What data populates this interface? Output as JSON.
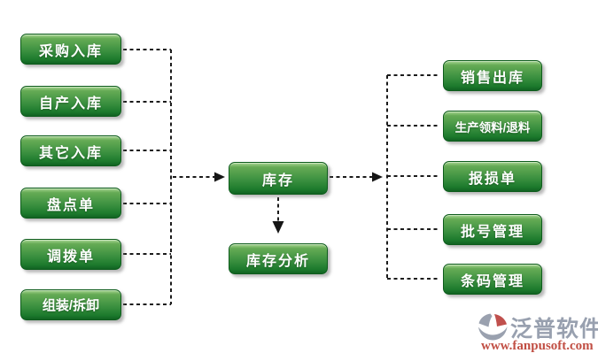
{
  "diagram": {
    "left_nodes": [
      {
        "label": "采购入库"
      },
      {
        "label": "自产入库"
      },
      {
        "label": "其它入库"
      },
      {
        "label": "盘点单"
      },
      {
        "label": "调拨单"
      },
      {
        "label": "组装/拆卸"
      }
    ],
    "center_node": {
      "label": "库存"
    },
    "analysis_node": {
      "label": "库存分析"
    },
    "right_nodes": [
      {
        "label": "销售出库"
      },
      {
        "label": "生产领料/退料"
      },
      {
        "label": "报损单"
      },
      {
        "label": "批号管理"
      },
      {
        "label": "条码管理"
      }
    ],
    "colors": {
      "node_gradient_top": "#aad795",
      "node_gradient_mid": "#3f9342",
      "node_gradient_bottom": "#116322",
      "node_border": "#0e5c1c",
      "node_text": "#ffffff",
      "connector": "#1b1b1b",
      "background": "#ffffff"
    }
  },
  "watermark": {
    "brand": "泛普软件",
    "url": "www.fanpusoft.com",
    "brand_color": "#98a0af",
    "url_color": "#c14f44",
    "icon_gray": "#9aa1af",
    "icon_red": "#c0504d"
  }
}
